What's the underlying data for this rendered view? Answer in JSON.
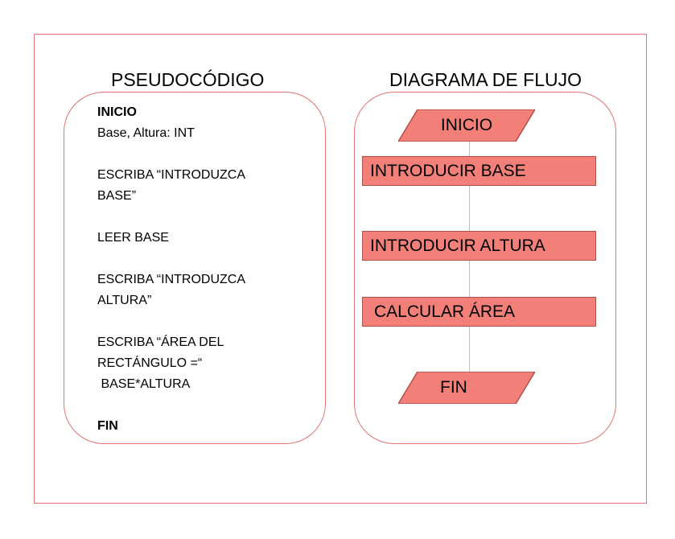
{
  "headings": {
    "pseudocode": "PSEUDOCÓDIGO",
    "flowchart": "DIAGRAMA DE FLUJO"
  },
  "pseudocode": {
    "lines": [
      "INICIO",
      "Base, Altura: INT",
      "ESCRIBA  “INTRODUZCA",
      "BASE”",
      "LEER BASE",
      "ESCRIBA  “INTRODUZCA",
      "ALTURA”",
      "ESCRIBA  “ÁREA DEL",
      "RECTÁNGULO =“",
      " BASE*ALTURA",
      "FIN"
    ]
  },
  "flowchart": {
    "start": "INICIO",
    "steps": [
      "INTRODUCIR BASE",
      "INTRODUCIR ALTURA",
      "CALCULAR ÁREA"
    ],
    "end": "FIN"
  },
  "colors": {
    "border": "#e57373",
    "shape_fill": "#f28079",
    "shape_stroke": "#b0504a",
    "connector": "#bdbdbd"
  }
}
